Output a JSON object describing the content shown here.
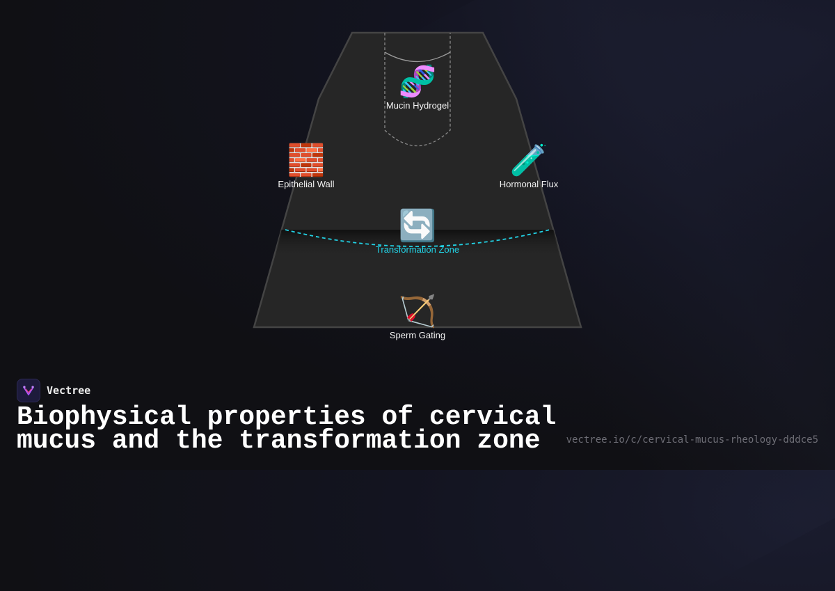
{
  "nodes": {
    "mucin": {
      "icon": "dna-icon",
      "glyph": "🧬",
      "label": "Mucin Hydrogel"
    },
    "epithelial": {
      "icon": "brick-icon",
      "glyph": "🧱",
      "label": "Epithelial Wall"
    },
    "hormonal": {
      "icon": "test-tube-icon",
      "glyph": "🧪",
      "label": "Hormonal Flux"
    },
    "transformation": {
      "icon": "cycle-arrows-icon",
      "glyph": "🔄",
      "label": "Transformation Zone"
    },
    "sperm": {
      "icon": "bow-and-arrow-icon",
      "glyph": "🏹",
      "label": "Sperm Gating"
    }
  },
  "colors": {
    "shape_fill": "#262626",
    "shape_stroke": "#444444",
    "zone_line": "#22d3e6"
  },
  "brand": {
    "name": "Vectree",
    "icon": "vectree-logo-icon"
  },
  "title": "Biophysical properties of cervical mucus and the transformation zone",
  "url": "vectree.io/c/cervical-mucus-rheology-dddce5"
}
